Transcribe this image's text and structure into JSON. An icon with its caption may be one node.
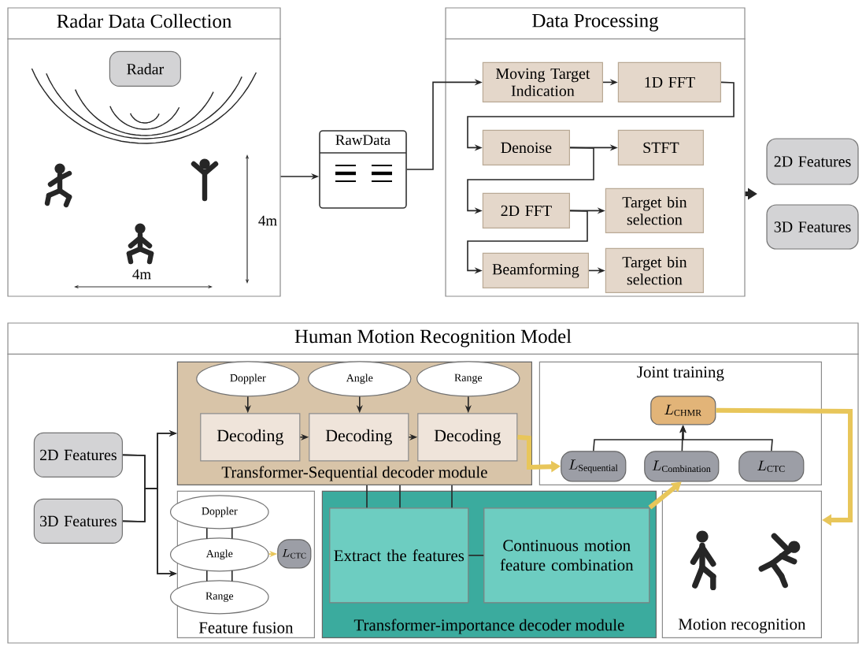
{
  "diagram": {
    "nodes": [
      {
        "text": [
          "Radar Data Collection"
        ]
      },
      {
        "text": [
          "Radar"
        ],
        "in": 0
      },
      {
        "text": [
          "RawData"
        ]
      },
      {
        "text": [
          "Data Processing"
        ]
      },
      {
        "text": [
          "Moving Target Indication"
        ],
        "in": 3
      },
      {
        "text": [
          "1D FFT"
        ],
        "in": 3
      },
      {
        "text": [
          "Denoise"
        ],
        "in": 3
      },
      {
        "text": [
          "STFT"
        ],
        "in": 3
      },
      {
        "text": [
          "2D FFT"
        ],
        "in": 3
      },
      {
        "text": [
          "Target bin selection"
        ],
        "in": 3
      },
      {
        "text": [
          "Beamforming"
        ],
        "in": 3
      },
      {
        "text": [
          "Target bin selection"
        ],
        "in": 3
      },
      {
        "text": [
          "2D Features"
        ]
      },
      {
        "text": [
          "3D Features"
        ]
      },
      {
        "text": [
          "Human Motion Recognition Model"
        ]
      },
      {
        "text": [
          "Transformer-Sequential decoder module"
        ],
        "in": 14
      },
      {
        "text": [
          "Doppler"
        ],
        "in": 15
      },
      {
        "text": [
          "Angle"
        ],
        "in": 15
      },
      {
        "text": [
          "Range"
        ],
        "in": 15
      },
      {
        "text": [
          "Decoding"
        ],
        "in": 15
      },
      {
        "text": [
          "Decoding"
        ],
        "in": 15
      },
      {
        "text": [
          "Decoding"
        ],
        "in": 15
      },
      {
        "text": [
          "Joint training"
        ],
        "in": 14
      },
      {
        "text": [
          "L_{\\mathrm{CHMR}}"
        ],
        "in": 22
      },
      {
        "text": [
          "L_{\\mathrm{Sequential}}"
        ],
        "in": 22
      },
      {
        "text": [
          "L_{\\mathrm{Combination}}"
        ],
        "in": 22
      },
      {
        "text": [
          "L_{\\mathrm{CTC}}"
        ],
        "in": 22
      },
      {
        "text": [
          "2D Features"
        ],
        "in": 14
      },
      {
        "text": [
          "3D Features"
        ],
        "in": 14
      },
      {
        "text": [
          "Feature fusion"
        ],
        "in": 14
      },
      {
        "text": [
          "Doppler"
        ],
        "in": 29
      },
      {
        "text": [
          "Angle"
        ],
        "in": 29
      },
      {
        "text": [
          "Range"
        ],
        "in": 29
      },
      {
        "text": [
          "L_{\\mathrm{CTC}}"
        ],
        "in": 29
      },
      {
        "text": [
          "Transformer-importance decoder module"
        ],
        "in": 14
      },
      {
        "text": [
          "Extract the features"
        ],
        "in": 34
      },
      {
        "text": [
          "Continuous motion feature combination"
        ],
        "in": 34
      },
      {
        "text": [
          "Motion recognition"
        ],
        "in": 14
      }
    ],
    "edges": [
      {
        "from": 0,
        "to": 2,
        "arrow": "to"
      },
      {
        "from": 2,
        "to": 4,
        "arrow": "to"
      },
      {
        "from": 4,
        "to": 5,
        "arrow": "to"
      },
      {
        "from": 5,
        "to": 6,
        "arrow": "to"
      },
      {
        "from": 6,
        "to": 7,
        "arrow": "to"
      },
      {
        "from": 6,
        "to": 8,
        "arrow": "to"
      },
      {
        "from": 8,
        "to": 9,
        "arrow": "to"
      },
      {
        "from": 8,
        "to": 10,
        "arrow": "to"
      },
      {
        "from": 10,
        "to": 11,
        "arrow": "to"
      },
      {
        "from": 3,
        "to": null,
        "arrow": "to",
        "style": "thick"
      },
      {
        "from": 27,
        "to": 15,
        "arrow": "to"
      },
      {
        "from": 28,
        "to": 15,
        "arrow": "to"
      },
      {
        "from": 27,
        "to": 29,
        "arrow": "to"
      },
      {
        "from": 28,
        "to": 29,
        "arrow": "to"
      },
      {
        "from": 16,
        "to": 19,
        "arrow": "to"
      },
      {
        "from": 17,
        "to": 20,
        "arrow": "to"
      },
      {
        "from": 18,
        "to": 21,
        "arrow": "to"
      },
      {
        "from": 19,
        "to": 20,
        "arrow": "to"
      },
      {
        "from": 20,
        "to": 21,
        "arrow": "to"
      },
      {
        "from": 21,
        "to": 24,
        "arrow": "to",
        "style": "thick",
        "color": "#e8c65a"
      },
      {
        "from": 15,
        "to": 35,
        "arrow": "none"
      },
      {
        "from": 15,
        "to": 35,
        "arrow": "none"
      },
      {
        "from": 15,
        "to": 35,
        "arrow": "none"
      },
      {
        "from": 35,
        "to": 36,
        "arrow": "none"
      },
      {
        "from": 36,
        "to": 25,
        "arrow": "to",
        "style": "thick",
        "color": "#e8c65a"
      },
      {
        "from": 24,
        "to": 23,
        "arrow": "to"
      },
      {
        "from": 25,
        "to": 23,
        "arrow": "to"
      },
      {
        "from": 26,
        "to": 23,
        "arrow": "to"
      },
      {
        "from": 23,
        "to": 37,
        "arrow": "to",
        "style": "thick",
        "color": "#e8c65a"
      },
      {
        "from": 31,
        "to": 33,
        "arrow": "to",
        "color": "#e8c65a"
      },
      {
        "from": 30,
        "to": 31,
        "arrow": "none"
      },
      {
        "from": 30,
        "to": 31,
        "arrow": "none"
      },
      {
        "from": 31,
        "to": 32,
        "arrow": "none"
      },
      {
        "from": 31,
        "to": 32,
        "arrow": "none"
      }
    ],
    "labels": [
      "4m",
      "4m"
    ]
  }
}
